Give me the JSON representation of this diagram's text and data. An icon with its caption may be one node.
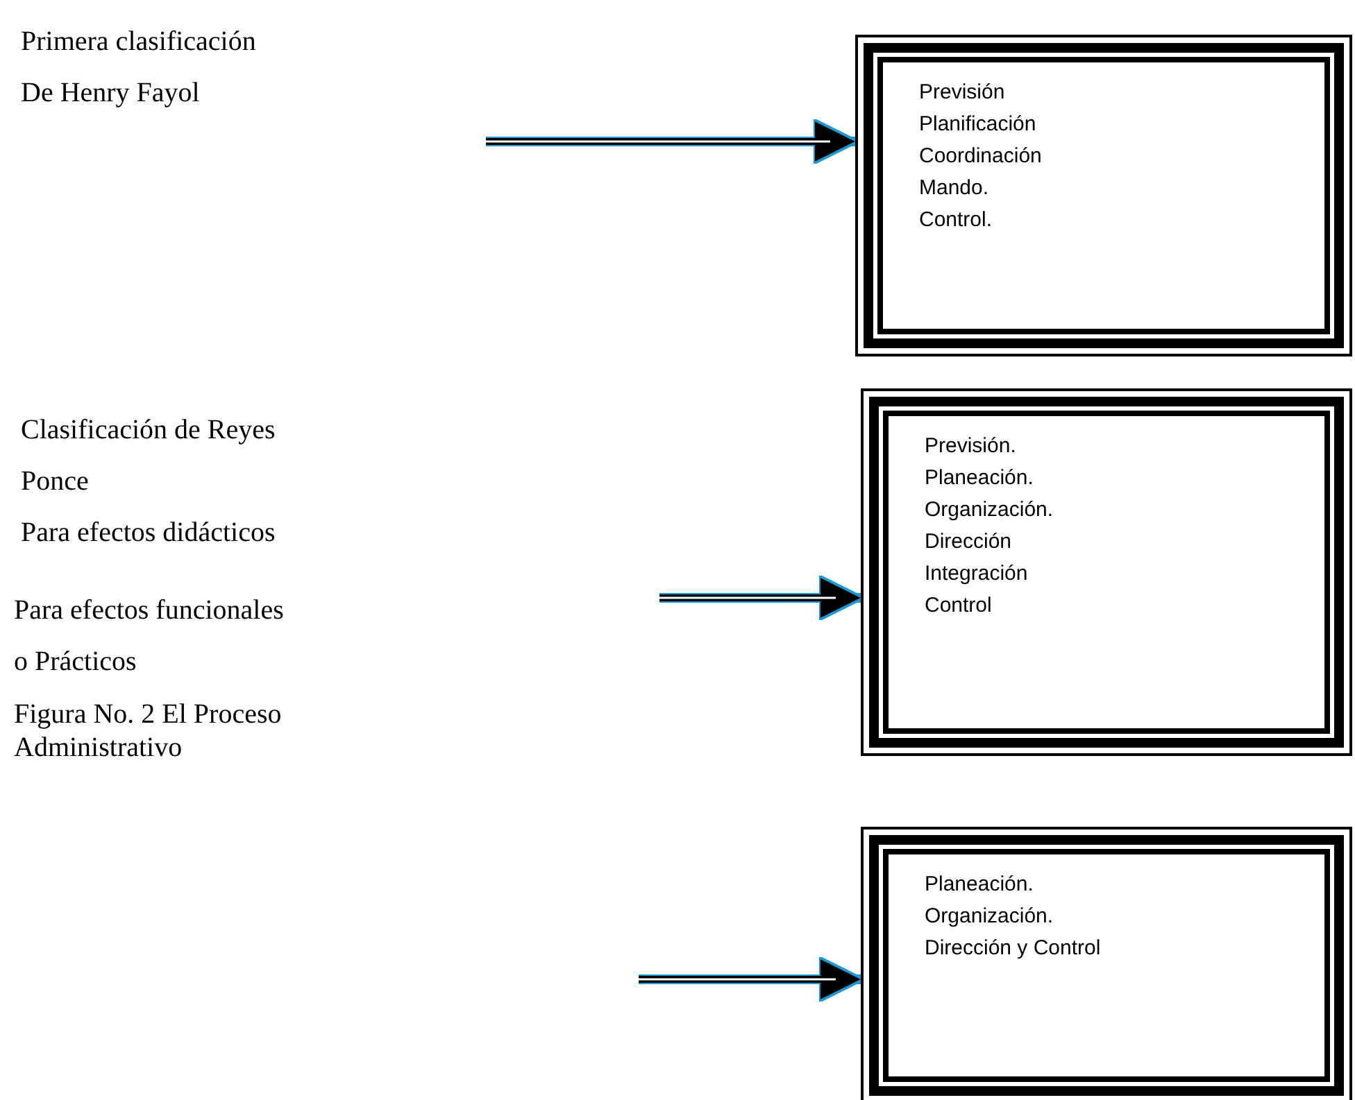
{
  "diagram": {
    "caption": "Figura No. 2 El Proceso Administrativo",
    "nodes": [
      {
        "text": [
          "Previsión",
          "Planificación",
          "Coordinación",
          "Mando.",
          "Control."
        ]
      },
      {
        "text": [
          "Previsión.",
          "Planeación.",
          "Organización.",
          "Dirección",
          "Integración",
          "Control"
        ]
      },
      {
        "text": [
          "Planeación.",
          "Organización.",
          "Dirección y Control"
        ]
      }
    ],
    "edges": [
      {
        "from": null,
        "to": 0,
        "arrow": "to"
      },
      {
        "from": null,
        "to": 1,
        "arrow": "to"
      },
      {
        "from": null,
        "to": 2,
        "arrow": "to"
      }
    ],
    "labels": [
      "Primera clasificación",
      "De Henry Fayol",
      "Clasificación de Reyes",
      "Ponce",
      "Para efectos didácticos",
      "Para efectos funcionales",
      "o Prácticos"
    ]
  }
}
